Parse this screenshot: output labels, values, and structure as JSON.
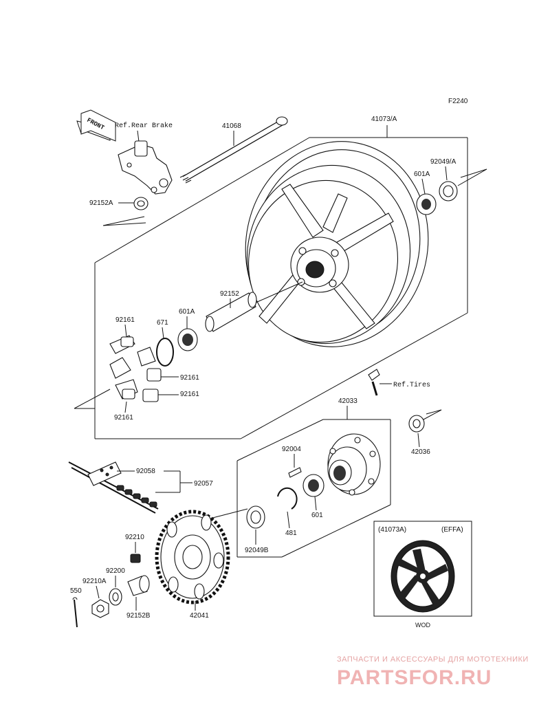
{
  "figure_code": "F2240",
  "front_arrow": "FRONT",
  "refs": {
    "rear_brake": "Ref.Rear Brake",
    "tires": "Ref.Tires"
  },
  "parts": {
    "axle": "41068",
    "wheel": "41073/A",
    "oil_seal_right": "92049/A",
    "bearing_right": "601A",
    "collar_left": "92152A",
    "damper_top": "92161",
    "o_ring": "671",
    "bearing_mid": "601A",
    "collar_mid": "92152",
    "damper_right_a": "92161",
    "damper_right_b": "92161",
    "damper_bottom": "92161",
    "sprocket_hub": "42033",
    "collar_hub": "42036",
    "stud": "92004",
    "bolt_group": "92058",
    "chain": "92057",
    "bearing_hub": "601",
    "circlip": "481",
    "oil_seal_hub": "92049B",
    "nut": "92210",
    "washer": "92200",
    "axle_nut": "92210A",
    "cotter_pin": "550",
    "collar_sprocket": "92152B",
    "sprocket": "42041"
  },
  "inset": {
    "part_ref": "(41073A)",
    "variant": "(EFFA)",
    "color_code": "WOD"
  },
  "watermark": {
    "tagline": "ЗАПЧАСТИ И АКСЕССУАРЫ ДЛЯ МОТОТЕХНИКИ",
    "brand": "PARTSFOR.RU"
  }
}
